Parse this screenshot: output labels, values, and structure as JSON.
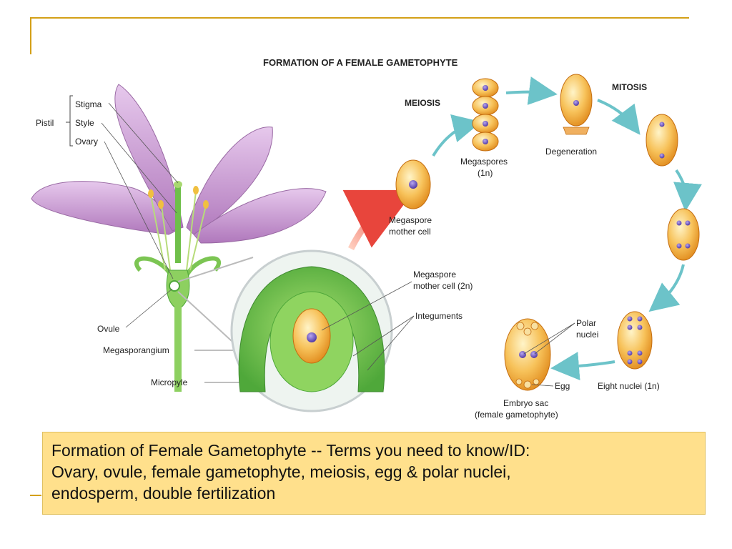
{
  "title": "FORMATION OF A FEMALE GAMETOPHYTE",
  "flower_labels": {
    "pistil": "Pistil",
    "stigma": "Stigma",
    "style": "Style",
    "ovary": "Ovary",
    "ovule": "Ovule",
    "megasporangium": "Megasporangium",
    "micropyle": "Micropyle"
  },
  "ovule_labels": {
    "megaspore_mother_cell_2n_line1": "Megaspore",
    "megaspore_mother_cell_2n_line2": "mother cell (2n)",
    "integuments": "Integuments"
  },
  "cycle_labels": {
    "meiosis": "MEIOSIS",
    "mitosis": "MITOSIS",
    "megaspore_mother_cell_line1": "Megaspore",
    "megaspore_mother_cell_line2": "mother cell",
    "megaspores_line1": "Megaspores",
    "megaspores_line2": "(1n)",
    "degeneration": "Degeneration",
    "eight_nuclei": "Eight nuclei (1n)",
    "polar_nuclei_line1": "Polar",
    "polar_nuclei_line2": "nuclei",
    "egg": "Egg",
    "embryo_sac_line1": "Embryo sac",
    "embryo_sac_line2": "(female gametophyte)"
  },
  "caption": {
    "line1": "Formation of Female Gametophyte -- Terms you need to know/ID:",
    "line2": "Ovary, ovule, female gametophyte, meiosis, egg & polar nuclei,",
    "line3": "endosperm, double fertilization"
  },
  "colors": {
    "frame": "#d4a017",
    "caption_bg": "#ffe08c",
    "petal": "#c995cf",
    "stem": "#7cc553",
    "cell": "#f2a93b",
    "nucleus": "#6b4fb8",
    "arrow_teal": "#6cc3c9",
    "arrow_red": "#e8453c"
  }
}
